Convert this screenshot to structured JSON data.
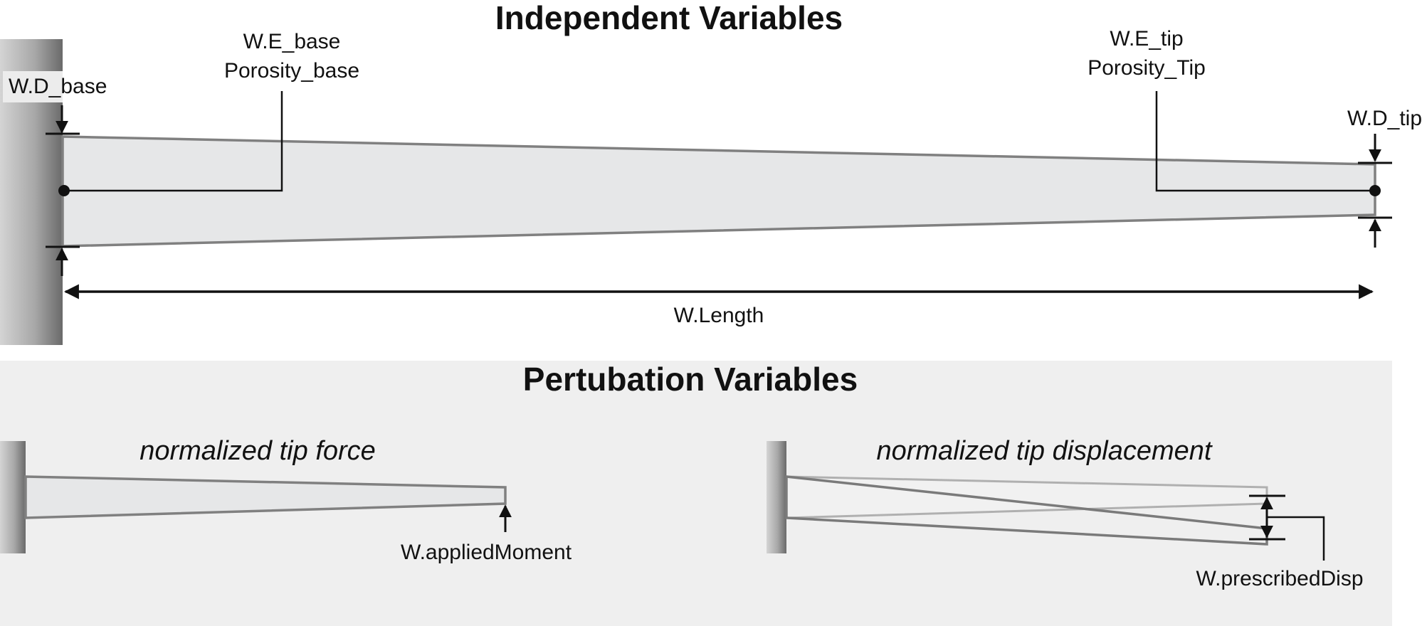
{
  "independent": {
    "title": "Independent Variables",
    "labels": {
      "wd_base": "W.D_base",
      "we_base": "W.E_base",
      "porosity_base": "Porosity_base",
      "we_tip": "W.E_tip",
      "porosity_tip": "Porosity_Tip",
      "wd_tip": "W.D_tip",
      "length": "W.Length"
    }
  },
  "perturbation": {
    "title": "Pertubation Variables",
    "force_panel": {
      "heading": "normalized tip force",
      "label": "W.appliedMoment"
    },
    "disp_panel": {
      "heading": "normalized tip displacement",
      "label": "W.prescribedDisp"
    }
  },
  "colors": {
    "beam_fill": "#e6e7e8",
    "beam_stroke": "#808080",
    "panel_bg": "#efefef",
    "wall_dark": "#6d6d6d",
    "wall_light": "#c8c8c8"
  }
}
